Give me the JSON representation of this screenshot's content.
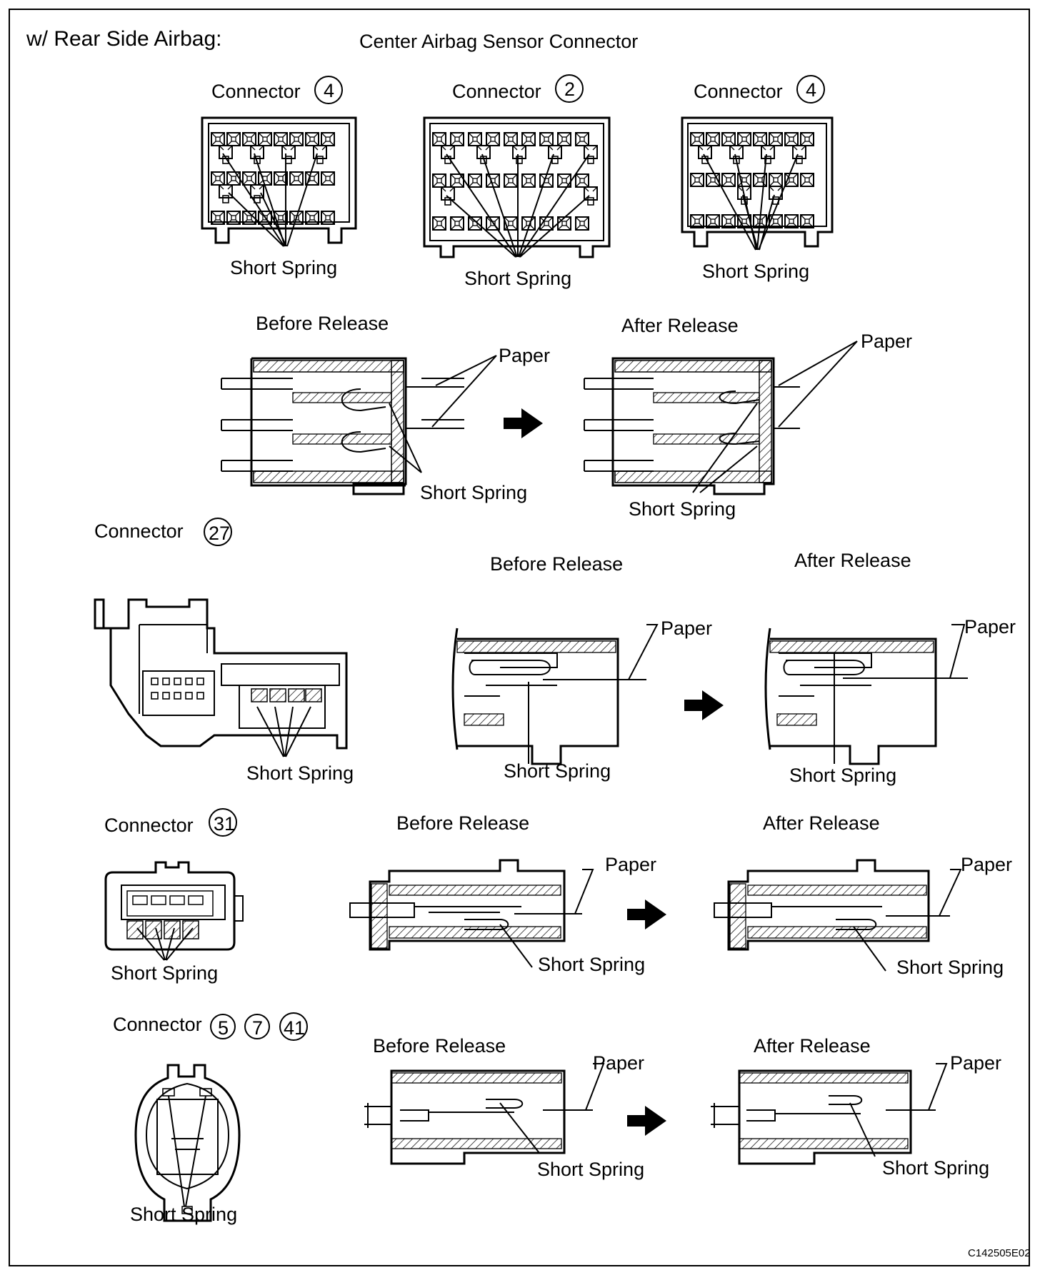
{
  "header": {
    "section_title": "w/ Rear Side Airbag:",
    "subtitle": "Center Airbag Sensor Connector"
  },
  "labels": {
    "connector_word": "Connector",
    "short_spring": "Short Spring",
    "paper": "Paper",
    "before_release": "Before Release",
    "after_release": "After Release"
  },
  "connector_numbers": {
    "a": "4",
    "b": "2",
    "c": "4",
    "d": "27",
    "e": "31",
    "f1": "5",
    "f2": "7",
    "f3": "41"
  },
  "figure_code": "C142505E02"
}
